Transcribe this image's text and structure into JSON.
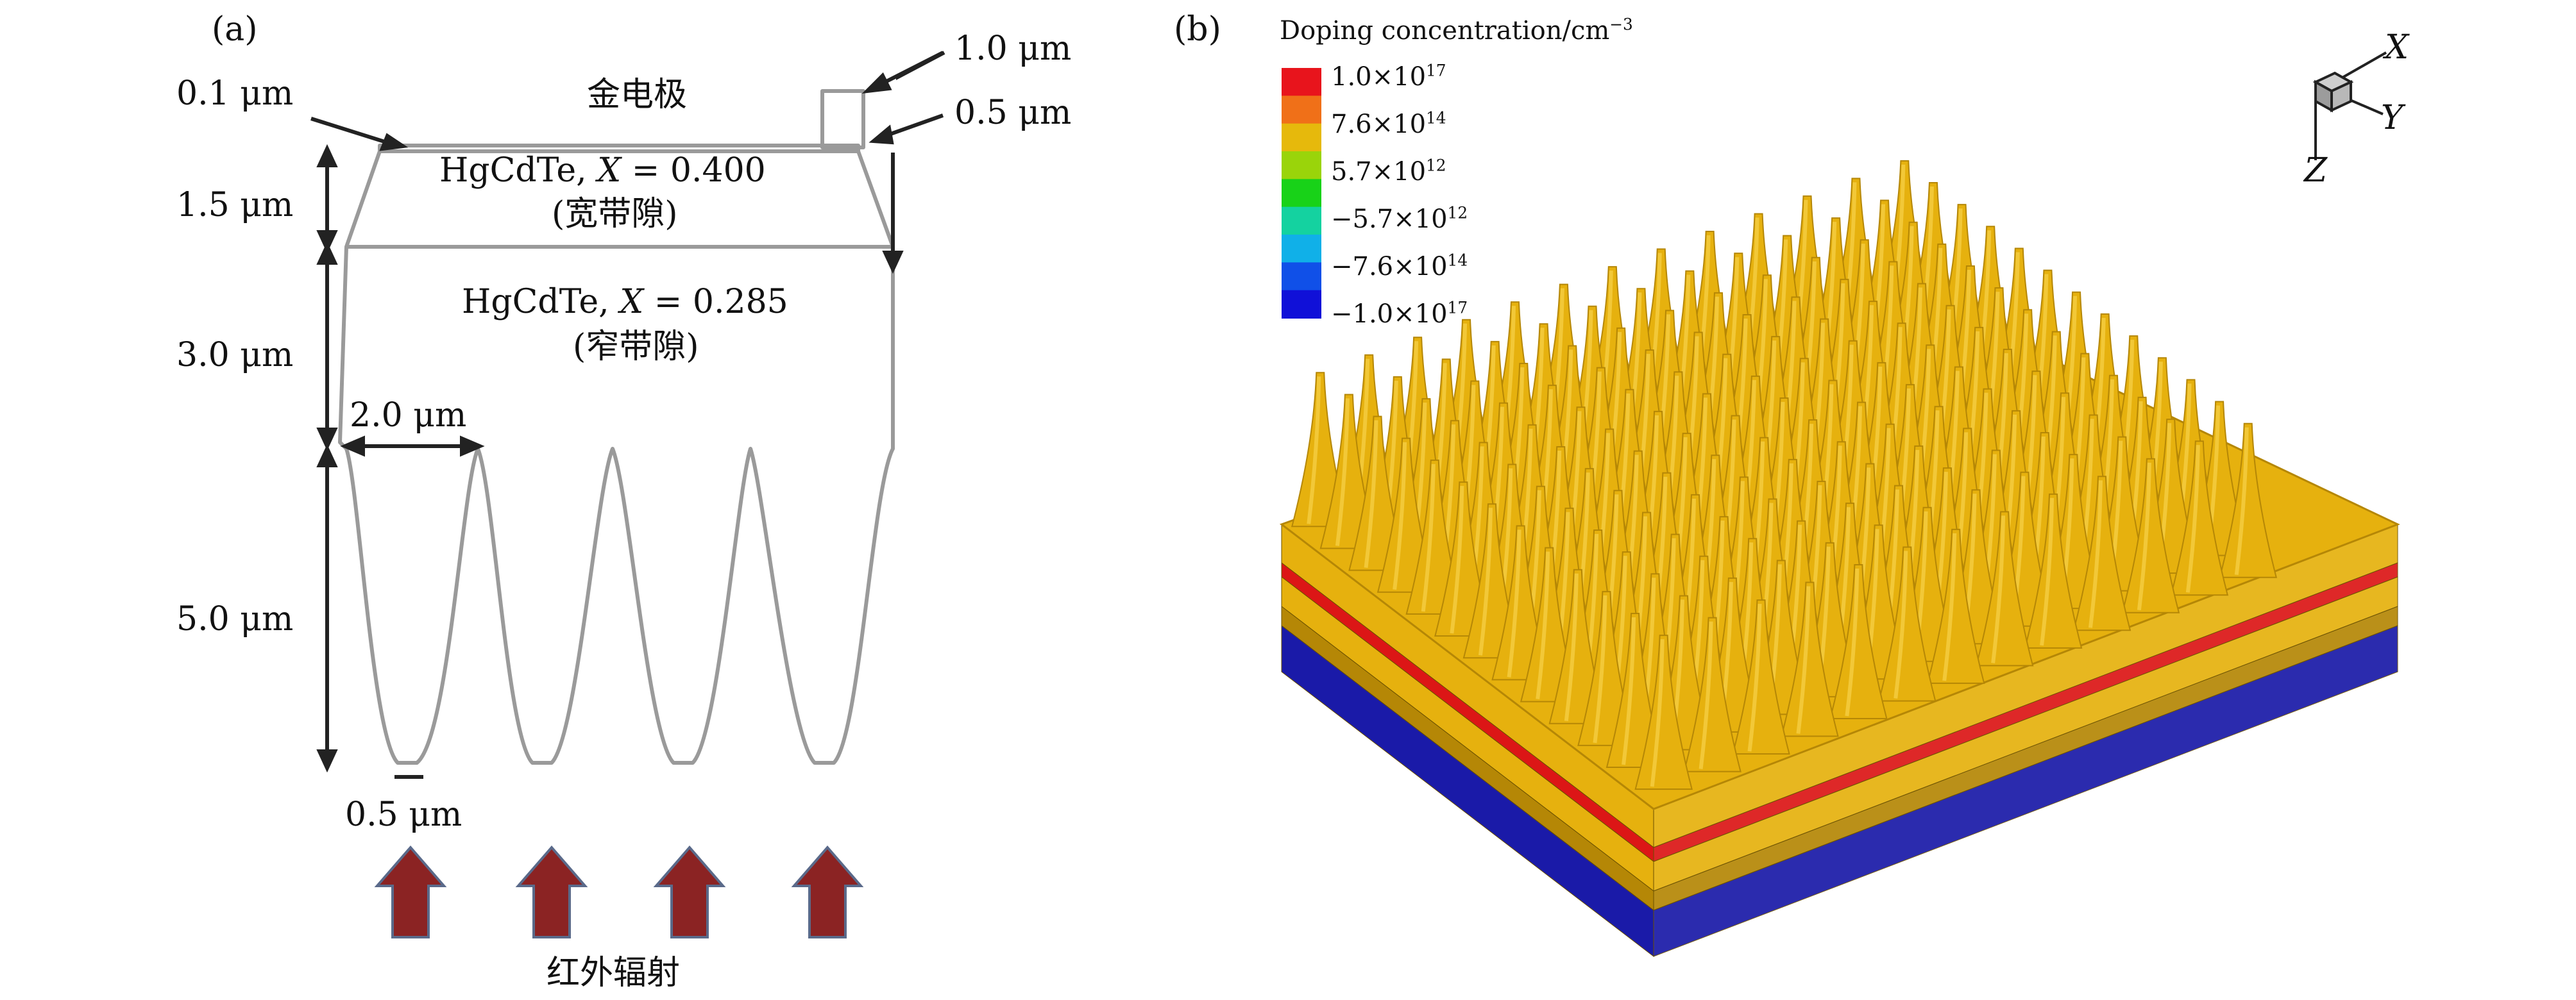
{
  "panel_a": {
    "label": "(a)",
    "electrode": "金电极",
    "layer_wide": {
      "material": "HgCdTe,",
      "composition_var": "X",
      "composition_value": "= 0.400",
      "note": "(宽带隙)"
    },
    "layer_narrow": {
      "material": "HgCdTe,",
      "composition_var": "X",
      "composition_value": "= 0.285",
      "note": "(窄带隙)"
    },
    "dimensions": {
      "electrode_thickness": "0.1 μm",
      "contact_width": "1.0 μm",
      "contact_height": "0.5 μm",
      "wide_layer": "1.5 μm",
      "narrow_layer": "3.0 μm",
      "cone_base": "2.0 μm",
      "cone_height": "5.0 μm",
      "cone_tip": "0.5 μm"
    },
    "radiation": "红外辐射",
    "arrow_count": 4,
    "colors": {
      "outline": "#9a9a9a",
      "arrow_fill": "#8b2323",
      "arrow_edge": "#5a6a8a"
    }
  },
  "panel_b": {
    "label": "(b)",
    "legend": {
      "title": "Doping concentration/cm",
      "title_exp": "−3",
      "entries": [
        {
          "mantissa": "1.0×10",
          "exp": "17"
        },
        {
          "mantissa": "7.6×10",
          "exp": "14"
        },
        {
          "mantissa": "5.7×10",
          "exp": "12"
        },
        {
          "mantissa": "−5.7×10",
          "exp": "12"
        },
        {
          "mantissa": "−7.6×10",
          "exp": "14"
        },
        {
          "mantissa": "−1.0×10",
          "exp": "17"
        }
      ],
      "colors": [
        "#e8141c",
        "#f07018",
        "#e6b90c",
        "#9ad40a",
        "#18d218",
        "#14d2a0",
        "#10b0e8",
        "#1050e8",
        "#1010d8"
      ]
    },
    "axes": {
      "x": "X",
      "y": "Y",
      "z": "Z"
    },
    "array": {
      "rows": 13,
      "cols": 13
    },
    "colors": {
      "gold": "#e6b10e",
      "gold_dark": "#b58706",
      "red": "#dc1616",
      "blue": "#1a1aa8"
    }
  }
}
